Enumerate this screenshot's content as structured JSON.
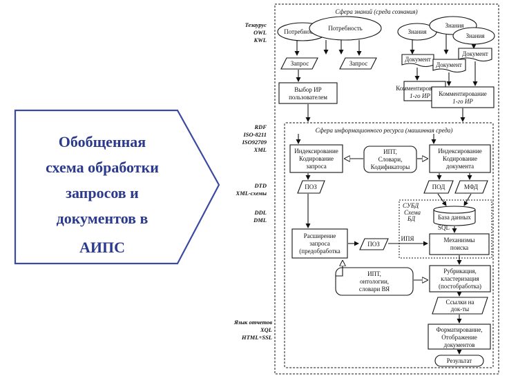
{
  "title": {
    "line1": "Обобщенная",
    "line2": "схема обработки",
    "line3": "запросов и",
    "line4": "документов в",
    "line5": "АИПС"
  },
  "side_labels": {
    "g1": [
      "Тезаурус",
      "OWL",
      "KWL"
    ],
    "g2": [
      "RDF",
      "ISO-8211",
      "ISO92709",
      "XML"
    ],
    "g3": [
      "DTD",
      "XML-схемы"
    ],
    "g4": [
      "DDL",
      "DML"
    ],
    "g5": [
      "Язык отчетов",
      "XQL",
      "HTML+SSL"
    ]
  },
  "frames": {
    "knowledge": "Сфера знаний (среда сознания)",
    "resource": "Сфера информационного ресурса (машинная среда)",
    "dbms": [
      "СУБД",
      "Схема",
      "БД"
    ]
  },
  "nodes": {
    "need1": "Потребность",
    "need2": "Потребность",
    "knowledge1": "Знания",
    "knowledge2": "Знания",
    "knowledge3": "Знания",
    "query1": "Запрос",
    "query2": "Запрос",
    "doc1": "Документ",
    "doc2": "Документ",
    "doc3": "Документ",
    "ir_select": [
      "Выбор ИР",
      "пользователем"
    ],
    "commenting1": [
      "Комментирование",
      "1-го ИР"
    ],
    "commenting2": [
      "Комментирование",
      "1-го ИР"
    ],
    "indexing_query": [
      "Индексирование",
      "Кодирование",
      "запроса"
    ],
    "ipt1": [
      "ИПТ,",
      "Словари,",
      "Кодификаторы"
    ],
    "indexing_doc": [
      "Индексирование",
      "Кодирование",
      "документа"
    ],
    "poz1": "ПОЗ",
    "pod": "ПОД",
    "mfd": "МФД",
    "database": "База данных",
    "sql": "SQL",
    "ipya": "ИПЯ",
    "expansion": [
      "Расширение",
      "запроса",
      "(предобработка"
    ],
    "poz2": "ПОЗ",
    "search": [
      "Механизмы",
      "поиска"
    ],
    "ipt2": [
      "ИПТ,",
      "онтологии,",
      "словари ВЯ"
    ],
    "rubric": [
      "Рубрикация,",
      "кластеризация",
      "(постобработка)"
    ],
    "links": [
      "Ссылки на",
      "док-ты"
    ],
    "format": [
      "Форматирование,",
      "Отображение",
      "документов"
    ],
    "result": "Результат"
  }
}
